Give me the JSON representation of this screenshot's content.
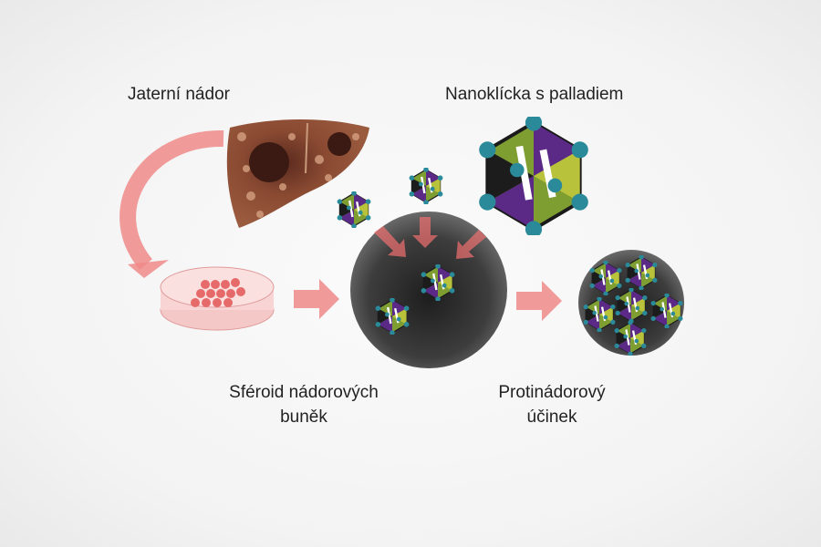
{
  "labels": {
    "liver_tumor": "Jaterní nádor",
    "nanocage": "Nanoklícka s palladiem",
    "spheroid_line1": "Sféroid nádorových",
    "spheroid_line2": "buněk",
    "effect_line1": "Protinádorový",
    "effect_line2": "účinek"
  },
  "colors": {
    "arrow": "#f08a8a",
    "liver": "#8a4a32",
    "spheroid": "#3a3a3a",
    "cage_green": "#8fae3a",
    "cage_purple": "#5b2a86",
    "cage_node": "#2a8a9a"
  }
}
